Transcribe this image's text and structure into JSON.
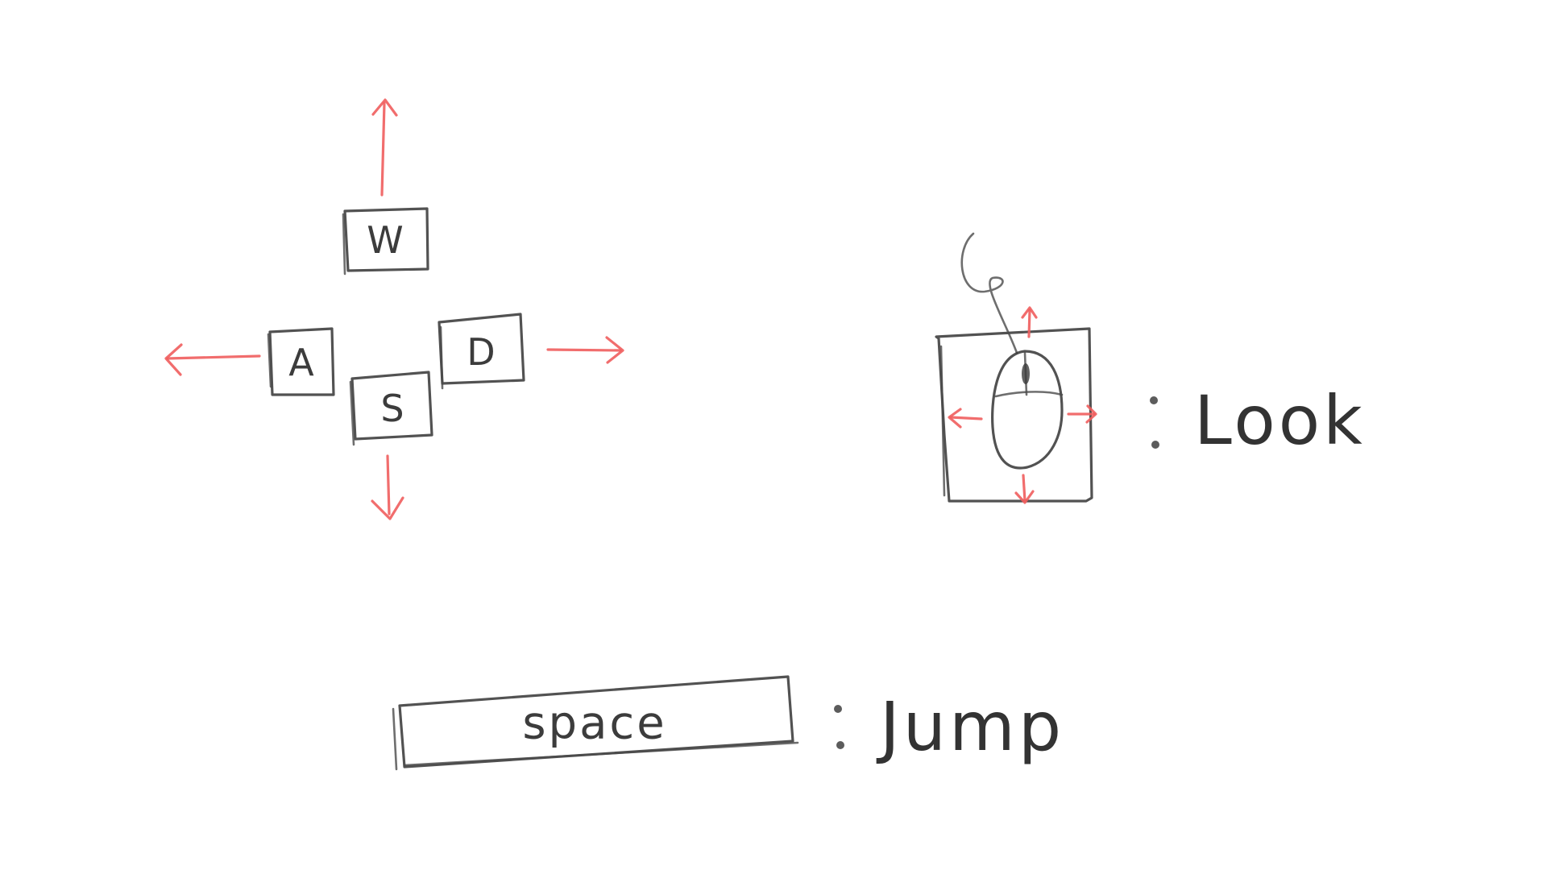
{
  "keys": {
    "w": "W",
    "a": "A",
    "s": "S",
    "d": "D",
    "space": "space"
  },
  "labels": {
    "look": "Look",
    "jump": "Jump"
  },
  "icons": {
    "mouse": "mouse-icon",
    "arrows": "arrow-icon"
  },
  "colors": {
    "ink": "#3a3a3a",
    "arrow": "#ef5d5d",
    "background": "#ffffff"
  }
}
